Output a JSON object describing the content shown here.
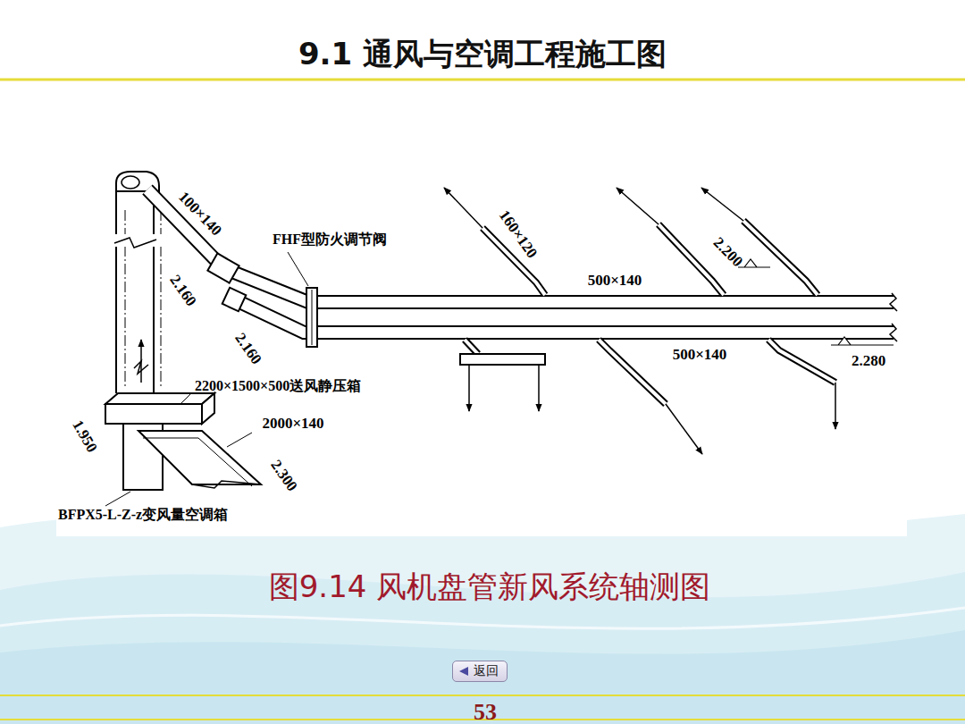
{
  "diagram": {
    "title": "9.1 通风与空调工程施工图",
    "caption": "图9.14 风机盘管新风系统轴测图",
    "nodes": [
      {
        "text": [
          "返回"
        ]
      }
    ],
    "labels": [
      "100×140",
      "2.160",
      "2.160",
      "FHF型防火调节阀",
      "160×120",
      "500×140",
      "2.200",
      "500×140",
      "2.280",
      "2200×1500×500送风静压箱",
      "2000×140",
      "1.950",
      "2.300",
      "BFPX5-L-Z-z变风量空调箱",
      "53"
    ]
  }
}
